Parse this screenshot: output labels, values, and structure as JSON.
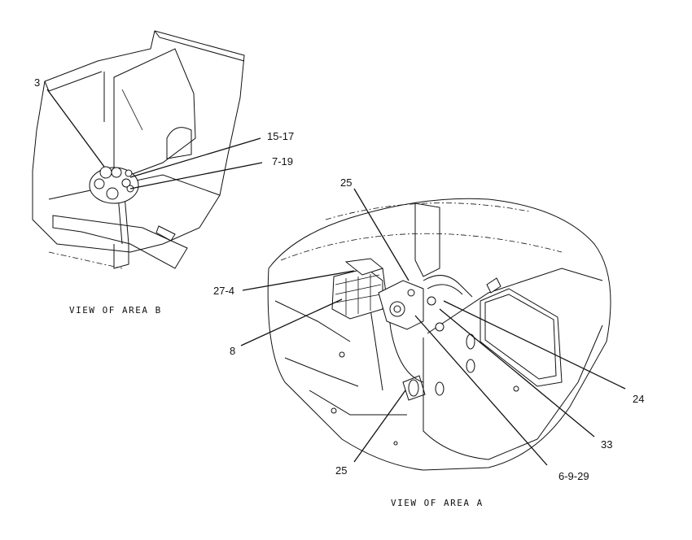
{
  "views": [
    {
      "caption": "VIEW OF AREA B",
      "callouts": [
        "3",
        "15-17",
        "7-19"
      ]
    },
    {
      "caption": "VIEW OF AREA A",
      "callouts": [
        "25",
        "27-4",
        "8",
        "25",
        "6-9-29",
        "33",
        "24"
      ]
    }
  ]
}
